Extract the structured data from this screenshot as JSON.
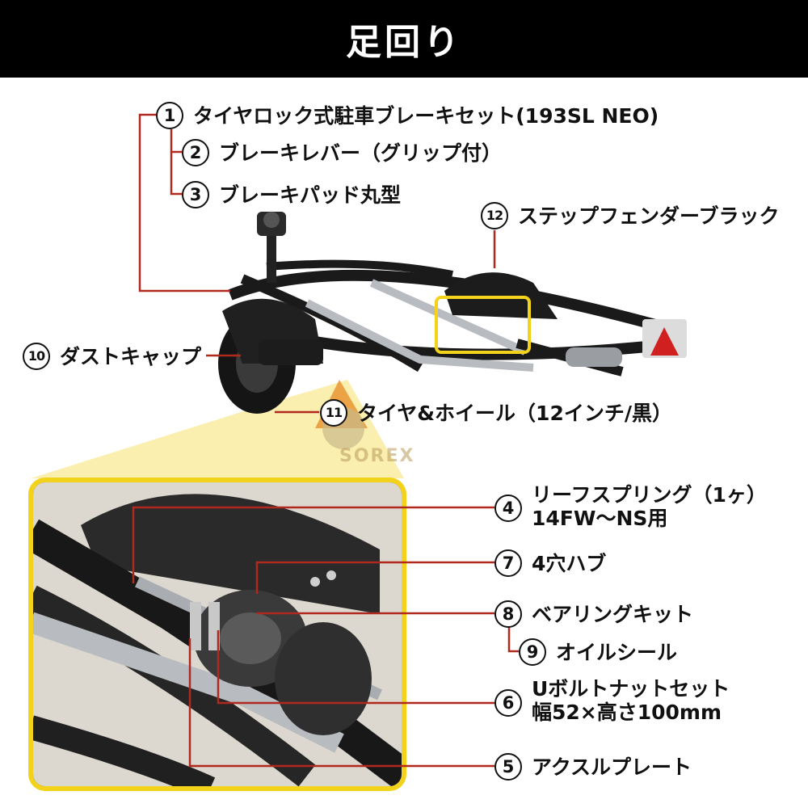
{
  "header": {
    "title": "足回り"
  },
  "watermark": "SOREX",
  "colors": {
    "callout_line": "#b0281e",
    "highlight": "#f2d21a",
    "header_bg": "#000000"
  },
  "callouts": [
    {
      "num": "1",
      "text": "タイヤロック式駐車ブレーキセット(193SL NEO)"
    },
    {
      "num": "2",
      "text": "ブレーキレバー（グリップ付）"
    },
    {
      "num": "3",
      "text": "ブレーキパッド丸型"
    },
    {
      "num": "12",
      "text": "ステップフェンダーブラック"
    },
    {
      "num": "10",
      "text": "ダストキャップ"
    },
    {
      "num": "11",
      "text": "タイヤ&ホイール（12インチ/黒）"
    },
    {
      "num": "4",
      "text": "リーフスプリング（1ヶ）",
      "text2": "14FW〜NS用"
    },
    {
      "num": "7",
      "text": "4穴ハブ"
    },
    {
      "num": "8",
      "text": "ベアリングキット"
    },
    {
      "num": "9",
      "text": "オイルシール"
    },
    {
      "num": "6",
      "text": "Uボルトナットセット",
      "text2": "幅52×高さ100mm"
    },
    {
      "num": "5",
      "text": "アクスルプレート"
    }
  ]
}
